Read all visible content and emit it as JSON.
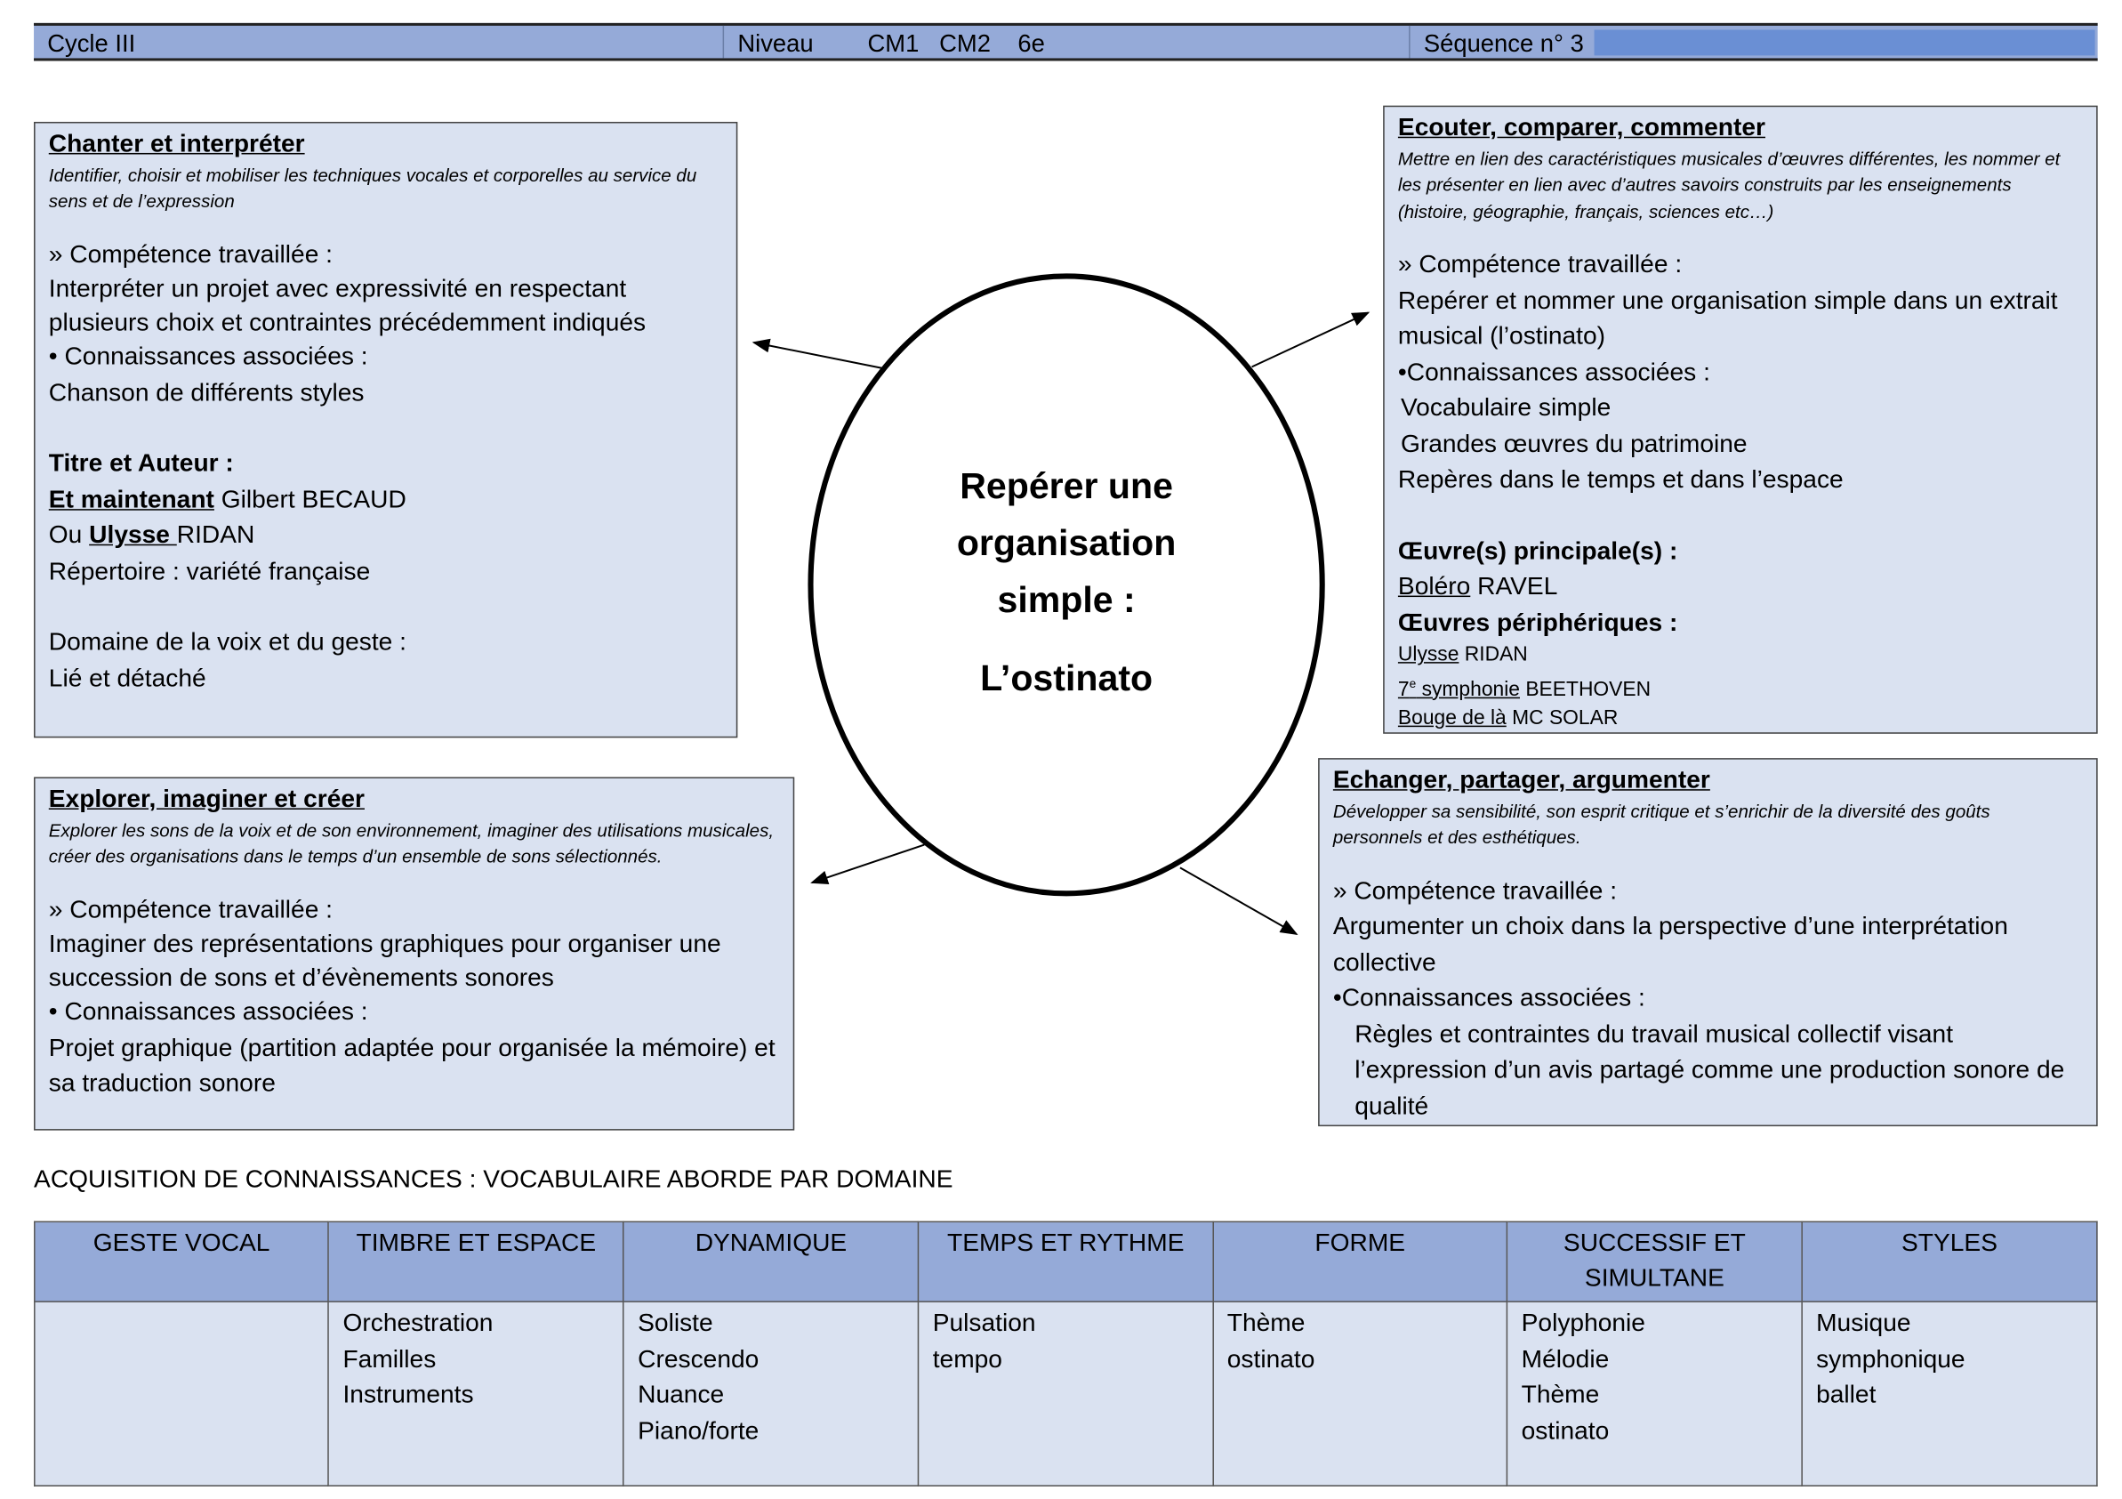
{
  "header": {
    "cycle": "Cycle III",
    "niveau": "Niveau        CM1   CM2    6e",
    "sequence": "Séquence n° 3"
  },
  "boxes": {
    "chanter": {
      "title": "Chanter et interpréter",
      "desc": "Identifier, choisir et mobiliser les techniques vocales et corporelles au service du sens et de l’expression",
      "comp_label": "» Compétence travaillée :",
      "comp": "Interpréter un projet avec expressivité en respectant plusieurs choix et contraintes précédemment indiqués",
      "conn_label": "•  Connaissances associées :",
      "conn": "Chanson de différents styles",
      "titre_label": "Titre et Auteur :",
      "work1_title": "Et maintenant",
      "work1_author": " Gilbert BECAUD",
      "work2_prefix": "Ou ",
      "work2_title": "Ulysse ",
      "work2_author": "RIDAN",
      "repertoire": "Répertoire : variété française",
      "domaine_label": "Domaine de la voix et du geste :",
      "domaine": "Lié et détaché"
    },
    "ecouter": {
      "title": "Ecouter, comparer, commenter",
      "desc": "Mettre en lien des caractéristiques musicales d’œuvres différentes, les nommer et les présenter en lien avec d’autres savoirs construits par les enseignements (histoire, géographie, français, sciences etc…)",
      "comp_label": "» Compétence travaillée :",
      "comp": "Repérer et nommer une organisation simple dans un extrait musical (l’ostinato)",
      "conn_label": "•Connaissances associées :",
      "conn": [
        "Vocabulaire simple",
        "Grandes œuvres du patrimoine",
        "Repères dans le temps et dans l’espace"
      ],
      "main_label": "Œuvre(s) principale(s) :",
      "main_title": "Boléro",
      "main_author": " RAVEL",
      "periph_label": "Œuvres périphériques :",
      "periph": [
        {
          "title": "Ulysse",
          "author": " RIDAN"
        },
        {
          "title": "7",
          "sup": "e",
          "title2": " symphonie",
          "author": " BEETHOVEN"
        },
        {
          "title": "Bouge de là",
          "author": " MC SOLAR"
        }
      ]
    },
    "explorer": {
      "title": "Explorer, imaginer et créer",
      "desc": "Explorer les sons de la voix et de son environnement, imaginer des utilisations musicales, créer des organisations dans le temps d’un ensemble de sons sélectionnés.",
      "comp_label": "» Compétence travaillée :",
      "comp": "Imaginer des représentations graphiques pour organiser une succession de sons et d’évènements sonores",
      "conn_label": "•  Connaissances associées :",
      "conn": "Projet graphique (partition adaptée pour organisée la mémoire) et sa traduction sonore"
    },
    "echanger": {
      "title": "Echanger, partager, argumenter",
      "desc": "Développer sa sensibilité, son esprit critique et s’enrichir de la diversité des goûts personnels et des esthétiques.",
      "comp_label": "» Compétence travaillée :",
      "comp": "Argumenter un choix dans la perspective d’une interprétation collective",
      "conn_label": "•Connaissances associées :",
      "conn": "Règles et contraintes du travail musical collectif visant l’expression d’un avis partagé comme une production sonore de qualité"
    }
  },
  "center": [
    "Repérer une",
    "organisation",
    "simple :",
    "L’ostinato"
  ],
  "section_title": "ACQUISITION DE CONNAISSANCES : VOCABULAIRE ABORDE PAR DOMAINE",
  "table": {
    "headers": [
      "GESTE VOCAL",
      "TIMBRE ET ESPACE",
      "DYNAMIQUE",
      "TEMPS ET RYTHME",
      "FORME",
      "SUCCESSIF ET SIMULTANE",
      "STYLES"
    ],
    "cells": [
      [],
      [
        "Orchestration",
        "Familles",
        "Instruments"
      ],
      [
        "Soliste",
        "Crescendo",
        "Nuance",
        "Piano/forte"
      ],
      [
        "Pulsation",
        "tempo"
      ],
      [
        "Thème",
        "ostinato"
      ],
      [
        "Polyphonie",
        "Mélodie",
        "Thème",
        "ostinato"
      ],
      [
        "Musique",
        "symphonique",
        "ballet"
      ]
    ]
  }
}
